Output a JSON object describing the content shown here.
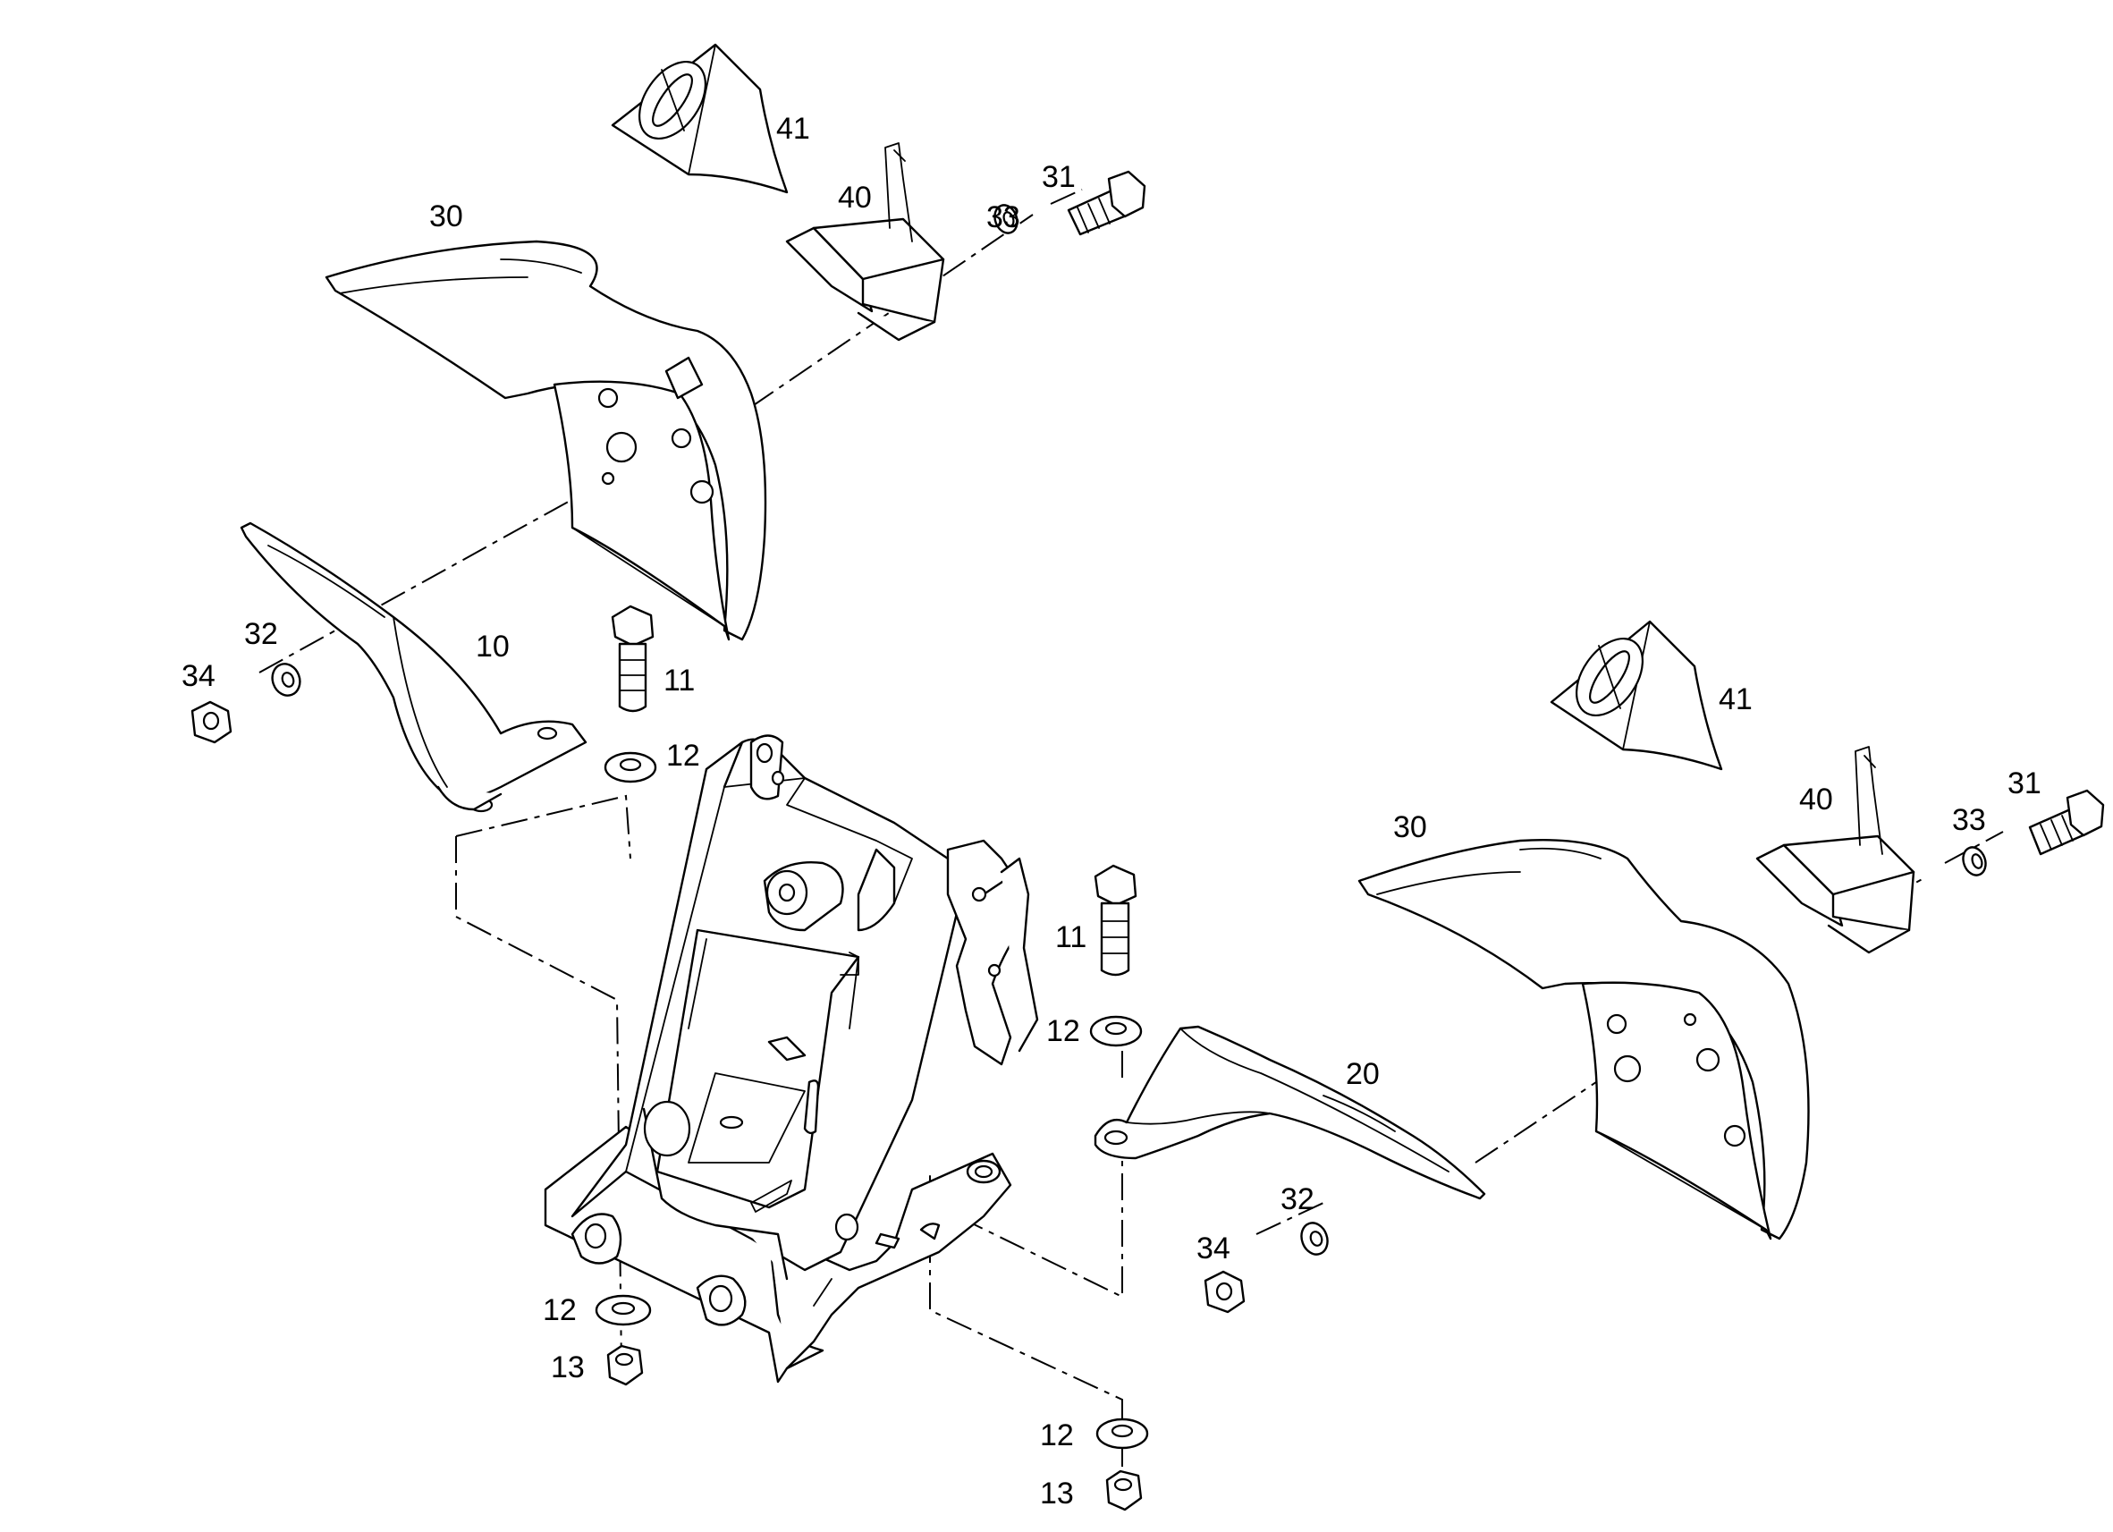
{
  "diagram": {
    "callouts": {
      "c41a": "41",
      "c40a": "40",
      "c33a": "33",
      "c31a": "31",
      "c30a": "30",
      "c32a": "32",
      "c34a": "34",
      "c10": "10",
      "c11a": "11",
      "c12a": "12",
      "c41b": "41",
      "c40b": "40",
      "c33b": "33",
      "c31b": "31",
      "c30b": "30",
      "c11b": "11",
      "c12b": "12",
      "c20": "20",
      "c32b": "32",
      "c34b": "34",
      "c12c": "12",
      "c13a": "13",
      "c12d": "12",
      "c13b": "13"
    }
  }
}
